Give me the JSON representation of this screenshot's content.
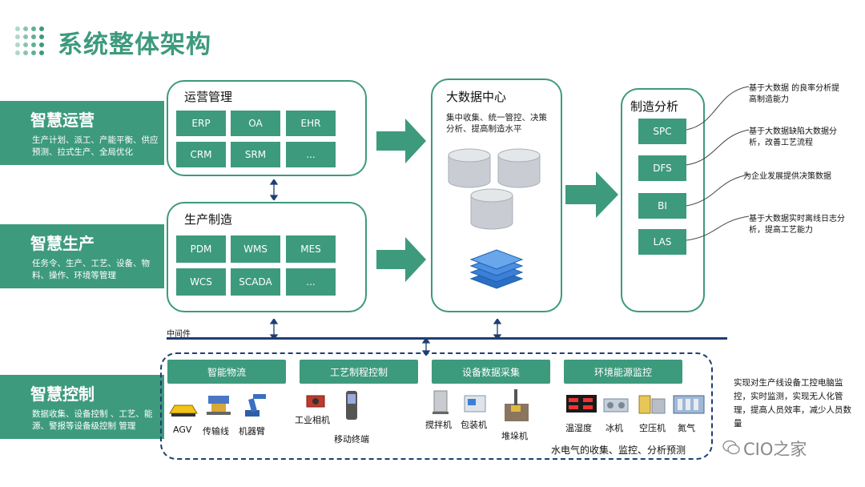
{
  "title": "系统整体架构",
  "bands": [
    {
      "title": "智慧运营",
      "desc": "生产计划、派工、产能平衡、供应预测、拉式生产、全局优化"
    },
    {
      "title": "智慧生产",
      "desc": "任务令、生产、工艺、设备、物料、操作、环境等管理"
    },
    {
      "title": "智慧控制",
      "desc": "数据收集、设备控制 、工艺、能源、警报等设备级控制 管理"
    }
  ],
  "ops": {
    "title": "运营管理",
    "items": [
      "ERP",
      "OA",
      "EHR",
      "CRM",
      "SRM",
      "..."
    ]
  },
  "prod": {
    "title": "生产制造",
    "items": [
      "PDM",
      "WMS",
      "MES",
      "WCS",
      "SCADA",
      "..."
    ]
  },
  "bigdata": {
    "title": "大数据中心",
    "desc": "集中收集、统一管控、决策分析、提高制造水平"
  },
  "analysis": {
    "title": "制造分析",
    "items": [
      "SPC",
      "DFS",
      "BI",
      "LAS"
    ]
  },
  "notes": [
    "基于大数据 的良率分析提高制造能力",
    "基于大数据缺陷大数据分析，改善工艺流程",
    "为企业发展提供决策数据",
    "基于大数据实时离线日志分析，提高工艺能力"
  ],
  "middleware": "中间件",
  "control": {
    "categories": [
      "智能物流",
      "工艺制程控制",
      "设备数据采集",
      "环境能源监控"
    ],
    "devices": [
      "AGV",
      "传输线",
      "机器臂",
      "工业相机",
      "移动终端",
      "搅拌机",
      "包装机",
      "堆垛机",
      "温湿度",
      "冰机",
      "空压机",
      "氮气"
    ],
    "footer": "水电气的收集、监控、分析预测"
  },
  "control_note": "实现对生产线设备工控电脑监控，实时监测，实现无人化管理，提高人员效率，减少人员数量",
  "watermark": "CIO之家",
  "colors": {
    "green": "#3d9a7d",
    "navy": "#1f3f73",
    "cylinder": "#c9cdd3",
    "layers": "#3b7fd6"
  }
}
